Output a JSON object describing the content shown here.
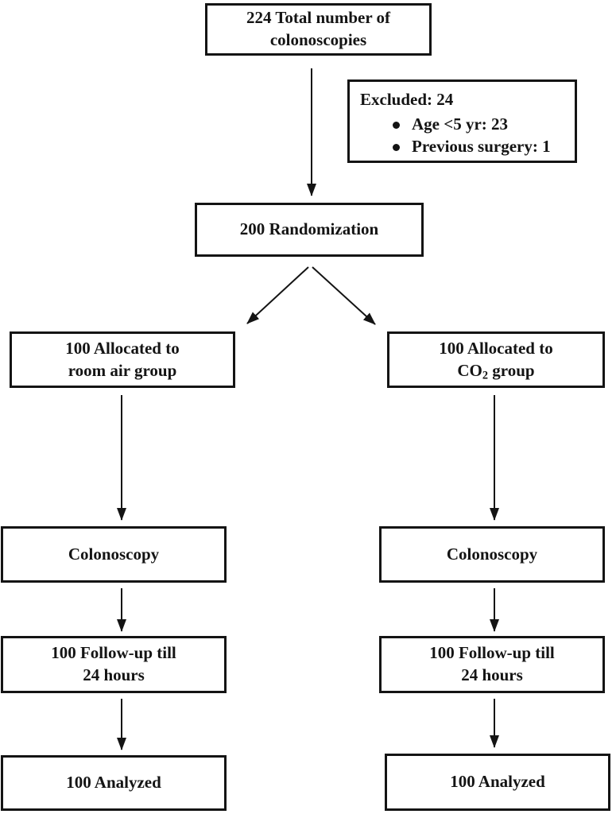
{
  "diagram": {
    "type": "study-flowchart",
    "nodes": {
      "total": {
        "line1": "224 Total number of",
        "line2": "colonoscopies"
      },
      "excluded": {
        "title": "Excluded: 24",
        "items": [
          {
            "label": "Age <5 yr: 23"
          },
          {
            "label": "Previous surgery: 1"
          }
        ]
      },
      "randomization": {
        "label": "200 Randomization"
      },
      "alloc_air": {
        "line1": "100 Allocated to",
        "line2": "room air group"
      },
      "alloc_co2": {
        "line1": "100 Allocated to",
        "co2_prefix": "CO",
        "co2_sub": "2",
        "co2_suffix": " group"
      },
      "colonoscopy_air": {
        "label": "Colonoscopy"
      },
      "colonoscopy_co2": {
        "label": "Colonoscopy"
      },
      "followup_air": {
        "line1": "100 Follow-up till",
        "line2": "24 hours"
      },
      "followup_co2": {
        "line1": "100 Follow-up till",
        "line2": "24 hours"
      },
      "analyzed_air": {
        "label": "100 Analyzed"
      },
      "analyzed_co2": {
        "label": "100 Analyzed"
      }
    },
    "colors": {
      "background": "#ffffff",
      "box_border": "#141414",
      "text": "#141414",
      "arrow": "#141414"
    }
  }
}
